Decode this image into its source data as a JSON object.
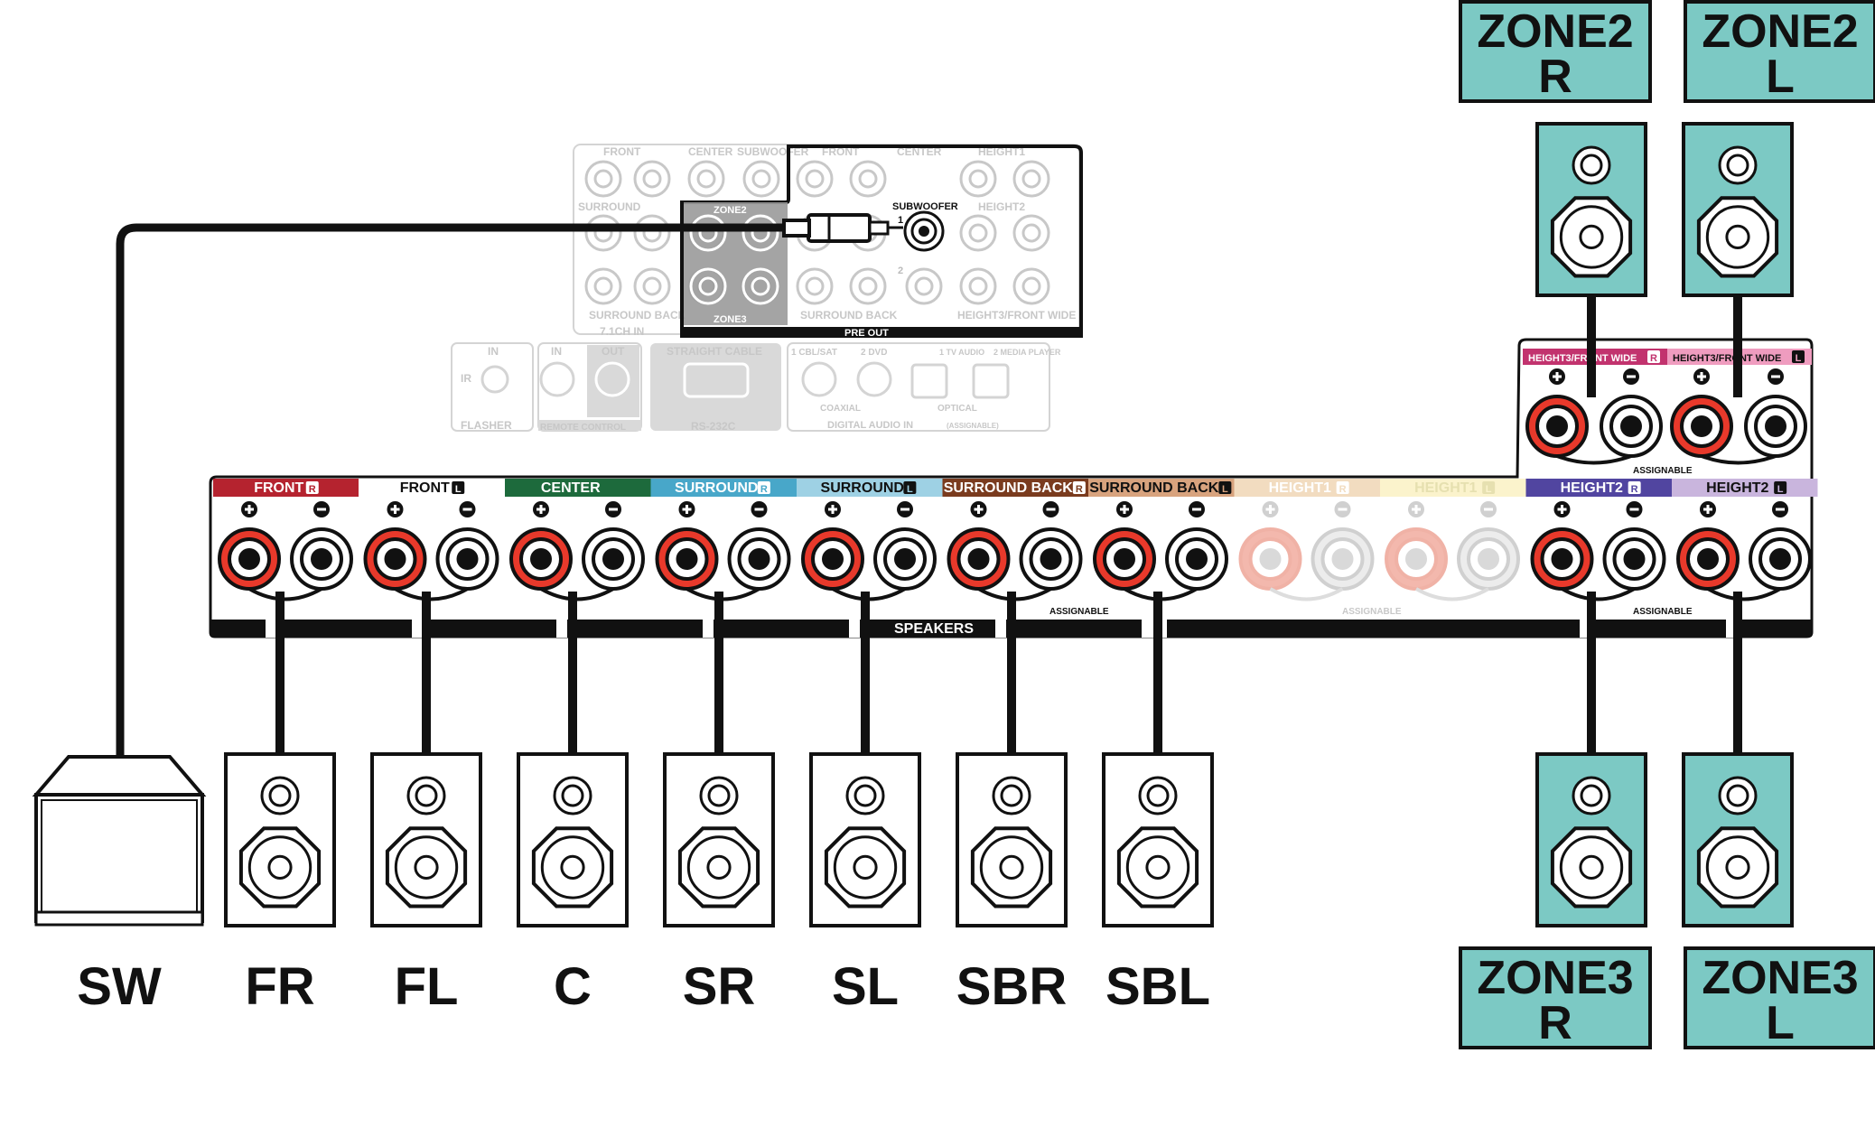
{
  "panel": {
    "speakers_label": "SPEAKERS",
    "assignable_label": "ASSIGNABLE",
    "pre_out_label": "PRE OUT",
    "subwoofer_label": "SUBWOOFER",
    "sub_num_1": "1",
    "sub_num_2": "2",
    "zone2_preout_label": "ZONE2",
    "zone3_preout_label": "ZONE3",
    "faint": {
      "front": "FRONT",
      "center": "CENTER",
      "subwoofer": "SUBWOOFER",
      "height1": "HEIGHT1",
      "height2": "HEIGHT2",
      "surround": "SURROUND",
      "surround_back": "SURROUND BACK",
      "height3_front_wide": "HEIGHT3/FRONT WIDE",
      "ch_in": "7.1CH IN",
      "ir": "IR",
      "in": "IN",
      "out": "OUT",
      "flasher": "FLASHER",
      "remote_control": "REMOTE CONTROL",
      "straight_cable": "STRAIGHT CABLE",
      "rs232c": "RS-232C",
      "cbl_sat": "1 CBL/SAT",
      "dvd": "2 DVD",
      "tv_audio": "1 TV AUDIO",
      "media_player": "2 MEDIA PLAYER",
      "coaxial": "COAXIAL",
      "optical": "OPTICAL",
      "digital_audio_in": "DIGITAL AUDIO IN",
      "assignable_paren": "(ASSIGNABLE)",
      "r": "R",
      "l": "L"
    }
  },
  "terminal_groups": [
    {
      "label": "FRONT",
      "side": "R",
      "band_color": "#b5232f",
      "text_color": "#ffffff",
      "faded": false
    },
    {
      "label": "FRONT",
      "side": "L",
      "band_color": "#ffffff",
      "text_color": "#111111",
      "faded": false
    },
    {
      "label": "CENTER",
      "side": "",
      "band_color": "#1d6a3c",
      "text_color": "#ffffff",
      "faded": false
    },
    {
      "label": "SURROUND",
      "side": "R",
      "band_color": "#48a7c9",
      "text_color": "#ffffff",
      "faded": false
    },
    {
      "label": "SURROUND",
      "side": "L",
      "band_color": "#9ed1e4",
      "text_color": "#111111",
      "faded": false
    },
    {
      "label": "SURROUND BACK",
      "side": "R",
      "band_color": "#7a3b1e",
      "text_color": "#ffffff",
      "faded": false
    },
    {
      "label": "SURROUND BACK",
      "side": "L",
      "band_color": "#d8a37e",
      "text_color": "#111111",
      "faded": false
    },
    {
      "label": "HEIGHT1",
      "side": "R",
      "band_color": "#f2dcc0",
      "text_color": "#ffffff",
      "faded": true
    },
    {
      "label": "HEIGHT1",
      "side": "L",
      "band_color": "#fbf3cc",
      "text_color": "#e6e0b0",
      "faded": true
    },
    {
      "label": "HEIGHT2",
      "side": "R",
      "band_color": "#5145a0",
      "text_color": "#ffffff",
      "faded": false
    },
    {
      "label": "HEIGHT2",
      "side": "L",
      "band_color": "#c9b5dd",
      "text_color": "#111111",
      "faded": false
    }
  ],
  "upper_terminal_groups": [
    {
      "label": "HEIGHT3/FRONT WIDE",
      "side": "R",
      "band_color": "#c2336e",
      "text_color": "#ffffff"
    },
    {
      "label": "HEIGHT3/FRONT WIDE",
      "side": "L",
      "band_color": "#ef9cbf",
      "text_color": "#111111"
    }
  ],
  "speakers": [
    {
      "id": "SW",
      "label": "SW",
      "kind": "subwoofer"
    },
    {
      "id": "FR",
      "label": "FR",
      "kind": "bookshelf"
    },
    {
      "id": "FL",
      "label": "FL",
      "kind": "bookshelf"
    },
    {
      "id": "C",
      "label": "C",
      "kind": "bookshelf"
    },
    {
      "id": "SR",
      "label": "SR",
      "kind": "bookshelf"
    },
    {
      "id": "SL",
      "label": "SL",
      "kind": "bookshelf"
    },
    {
      "id": "SBR",
      "label": "SBR",
      "kind": "bookshelf"
    },
    {
      "id": "SBL",
      "label": "SBL",
      "kind": "bookshelf"
    }
  ],
  "zones": [
    {
      "id": "zone2-r",
      "line1": "ZONE2",
      "line2": "R"
    },
    {
      "id": "zone2-l",
      "line1": "ZONE2",
      "line2": "L"
    },
    {
      "id": "zone3-r",
      "line1": "ZONE3",
      "line2": "R"
    },
    {
      "id": "zone3-l",
      "line1": "ZONE3",
      "line2": "L"
    }
  ],
  "colors": {
    "zone_box": "#7cc9c4",
    "terminal_red": "#e8392b",
    "terminal_black": "#222222",
    "panel_stroke": "#111111",
    "faint_gray": "#c8c8c8"
  }
}
